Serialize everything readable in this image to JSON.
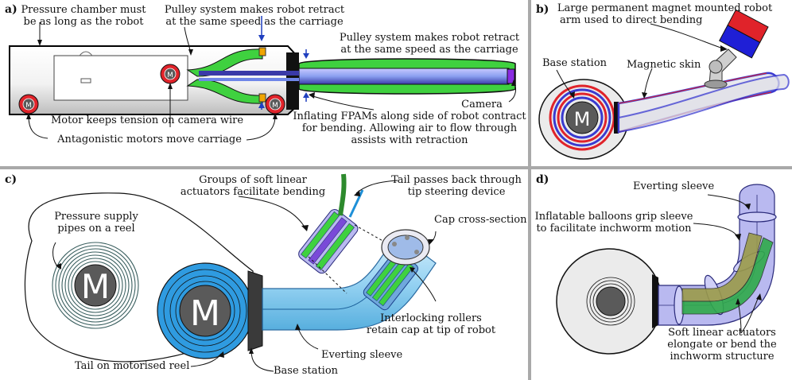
{
  "panel_a": {
    "letter": "a)",
    "labels": {
      "chamber_1": "Pressure chamber must",
      "chamber_2": "be as long as the robot",
      "pulley_top_1": "Pulley system makes robot retract",
      "pulley_top_2": "at the same speed as the carriage",
      "pulley_right_1": "Pulley system makes robot retract",
      "pulley_right_2": "at the same speed as the carriage",
      "camera": "Camera",
      "motor_tension": "Motor keeps tension on camera wire",
      "antagonistic": "Antagonistic motors move carriage",
      "fpams_1": "Inflating FPAMs along side of robot contract",
      "fpams_2": "for bending. Allowing air to flow through",
      "fpams_3": "assists with retraction"
    },
    "motor_symbol": "M"
  },
  "panel_b": {
    "letter": "b)",
    "labels": {
      "magnet_1": "Large permanent magnet mounted robot",
      "magnet_2": "arm used to direct bending",
      "base_station": "Base station",
      "magnetic_skin": "Magnetic skin"
    },
    "motor_symbol": "M"
  },
  "panel_c": {
    "letter": "c)",
    "labels": {
      "groups_1": "Groups of soft linear",
      "groups_2": "actuators facilitate bending",
      "tail_back_1": "Tail passes back through",
      "tail_back_2": "tip steering device",
      "cap": "Cap cross-section",
      "pressure_1": "Pressure supply",
      "pressure_2": "pipes on a reel",
      "rollers_1": "Interlocking rollers",
      "rollers_2": "retain cap at tip of robot",
      "everting": "Everting sleeve",
      "tail_reel": "Tail on motorised reel",
      "base_station": "Base station"
    },
    "motor_symbol": "M"
  },
  "panel_d": {
    "letter": "d)",
    "labels": {
      "everting": "Everting sleeve",
      "balloons_1": "Inflatable balloons grip sleeve",
      "balloons_2": "to facilitate inchworm motion",
      "sla_1": "Soft linear actuators",
      "sla_2": "elongate or bend the",
      "sla_3": "inchworm structure"
    }
  },
  "colors": {
    "divider": "#a9a9a9",
    "green": "#3fd13f",
    "blue": "#1e90d8",
    "light_blue": "#9fd8f5",
    "lavender": "#b9b9f0",
    "red": "#e0232a",
    "motor_grey": "#5a5a5a"
  }
}
